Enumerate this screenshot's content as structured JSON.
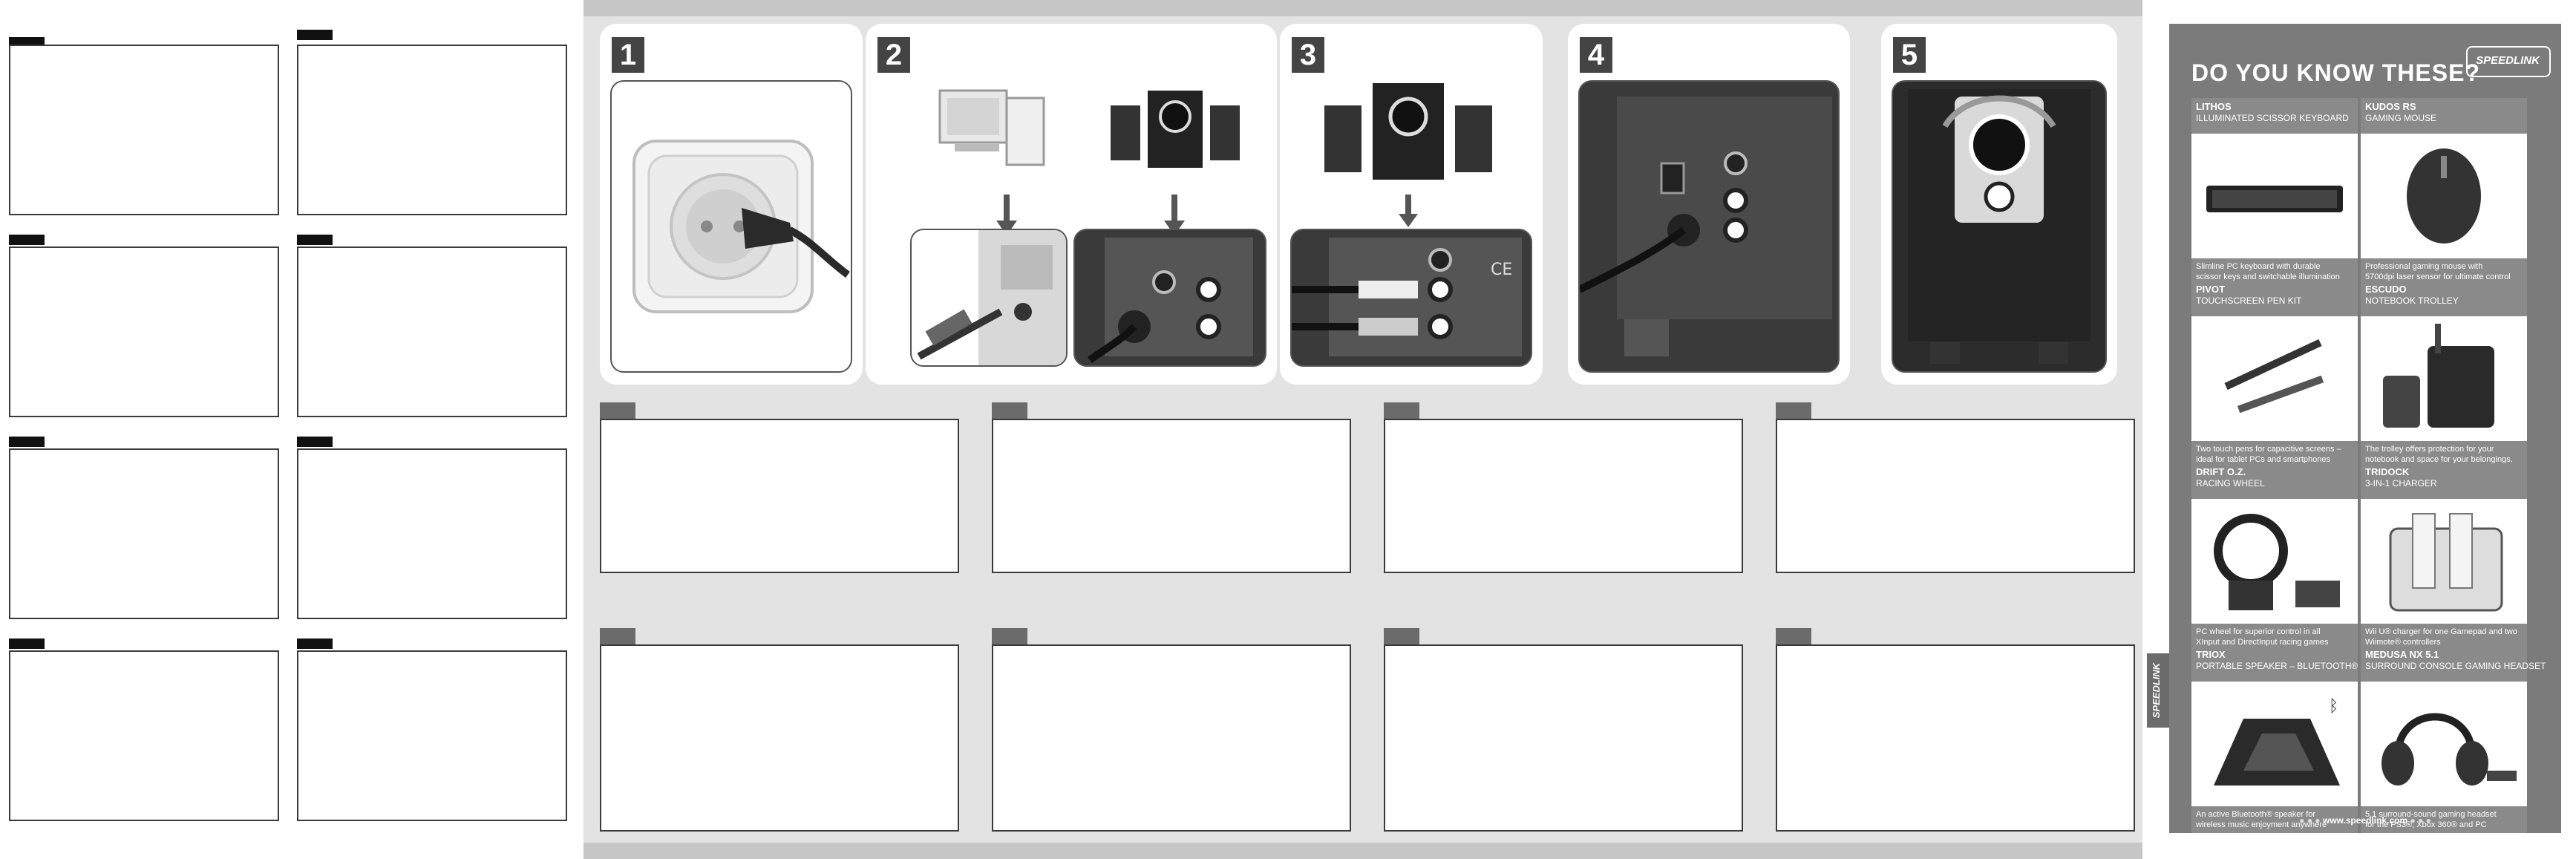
{
  "steps": [
    {
      "number": "1"
    },
    {
      "number": "2"
    },
    {
      "number": "3"
    },
    {
      "number": "4"
    },
    {
      "number": "5"
    }
  ],
  "brand": {
    "logo_text": "SPEEDLINK",
    "side_logo_text": "SPEEDLINK",
    "website": "www.speedlink.com"
  },
  "promo": {
    "heading": "DO YOU KNOW THESE?",
    "products": [
      {
        "name": "LITHOS",
        "subtitle": "ILLUMINATED SCISSOR KEYBOARD",
        "description_line1": "Slimline PC keyboard with durable",
        "description_line2": "scissor keys and switchable illumination",
        "icon": "keyboard-image"
      },
      {
        "name": "KUDOS RS",
        "subtitle": "GAMING MOUSE",
        "description_line1": "Professional gaming mouse with",
        "description_line2": "5700dpi laser sensor for ultimate control",
        "icon": "mouse-image"
      },
      {
        "name": "PIVOT",
        "subtitle": "TOUCHSCREEN PEN KIT",
        "description_line1": "Two touch pens for capacitive screens –",
        "description_line2": "ideal for tablet PCs and smartphones",
        "icon": "touch-pen-image"
      },
      {
        "name": "ESCUDO",
        "subtitle": "NOTEBOOK TROLLEY",
        "description_line1": "The trolley offers protection for your",
        "description_line2": "notebook and space for your belongings.",
        "icon": "trolley-image"
      },
      {
        "name": "DRIFT O.Z.",
        "subtitle": "RACING WHEEL",
        "description_line1": "PC wheel for superior control in all",
        "description_line2": "XInput and DirectInput racing games",
        "icon": "racing-wheel-image"
      },
      {
        "name": "TRIDOCK",
        "subtitle": "3-IN-1 CHARGER",
        "description_line1": "Wii U® charger for one Gamepad and two",
        "description_line2": "Wiimote® controllers",
        "icon": "charger-image"
      },
      {
        "name": "TRIOX",
        "subtitle": "PORTABLE SPEAKER – BLUETOOTH®",
        "description_line1": "An active Bluetooth® speaker for",
        "description_line2": "wireless music enjoyment anywhere",
        "icon": "speaker-image"
      },
      {
        "name": "MEDUSA NX 5.1",
        "subtitle": "SURROUND CONSOLE GAMING HEADSET",
        "description_line1": "5.1 surround-sound gaming headset",
        "description_line2": "for the PS3®, Xbox 360® and PC",
        "icon": "headset-image"
      }
    ]
  },
  "colors": {
    "panel_bg": "#e3e3e3",
    "strip": "#c6c6c6",
    "promo_bg": "#7b7b7b",
    "step_number_bg": "#444444"
  }
}
